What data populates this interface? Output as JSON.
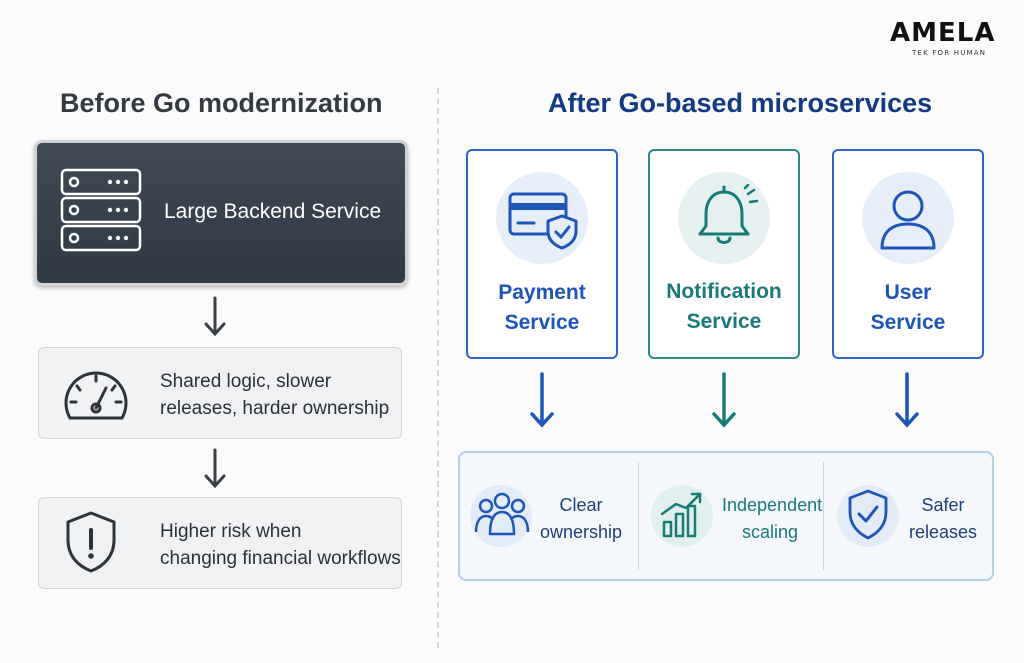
{
  "logo": {
    "wordmark": "AMELA",
    "tagline": "TEK FOR HUMAN"
  },
  "before": {
    "heading": "Before Go modernization",
    "service_label": "Large Backend Service",
    "issues": [
      {
        "line1": "Shared logic, slower",
        "line2": "releases, harder ownership",
        "icon": "gauge-icon"
      },
      {
        "line1": "Higher risk when",
        "line2": "changing financial workflows",
        "icon": "warning-shield-icon"
      }
    ]
  },
  "after": {
    "heading": "After Go-based microservices",
    "services": [
      {
        "line1": "Payment",
        "line2": "Service",
        "icon": "credit-card-shield-icon",
        "color": "#1d55b8"
      },
      {
        "line1": "Notification",
        "line2": "Service",
        "icon": "bell-icon",
        "color": "#1a7a78"
      },
      {
        "line1": "User",
        "line2": "Service",
        "icon": "user-icon",
        "color": "#1d55b8"
      }
    ],
    "benefits": [
      {
        "line1": "Clear",
        "line2": "ownership",
        "icon": "team-icon"
      },
      {
        "line1": "Independent",
        "line2": "scaling",
        "icon": "growth-chart-icon"
      },
      {
        "line1": "Safer",
        "line2": "releases",
        "icon": "check-shield-icon"
      }
    ]
  },
  "colors": {
    "blue": "#1d55b8",
    "teal": "#1a7a78",
    "dark": "#343e49"
  }
}
